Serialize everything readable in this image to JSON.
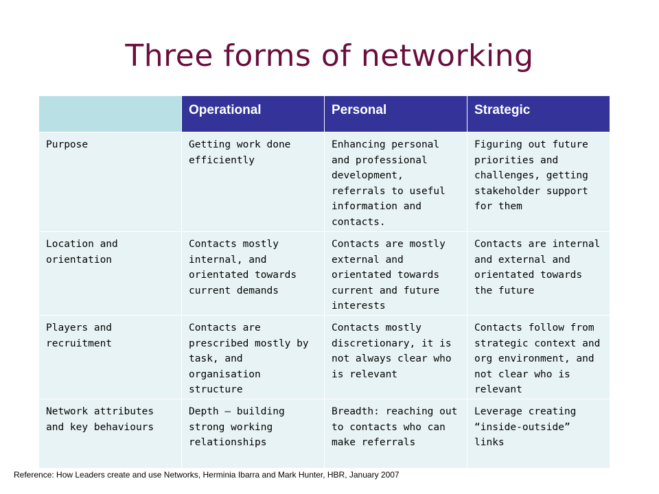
{
  "title": "Three forms of networking",
  "table": {
    "headers": [
      "",
      "Operational",
      "Personal",
      "Strategic"
    ],
    "rows": [
      {
        "label": "Purpose",
        "operational": "Getting work done efficiently",
        "personal": "Enhancing personal and professional development, referrals to useful information and contacts.",
        "strategic": "Figuring out future priorities and challenges, getting stakeholder support for them"
      },
      {
        "label": "Location and orientation",
        "operational": "Contacts mostly internal, and orientated towards current demands",
        "personal": "Contacts are mostly external and orientated towards current and future interests",
        "strategic": "Contacts are internal and external and orientated towards the future"
      },
      {
        "label": "Players and recruitment",
        "operational": "Contacts are prescribed mostly by task, and organisation structure",
        "personal": "Contacts mostly discretionary, it is not always clear who is relevant",
        "strategic": "Contacts follow from strategic context and org environment, and not clear who is relevant"
      },
      {
        "label": "Network attributes and key behaviours",
        "operational": "Depth – building strong working relationships",
        "personal": "Breadth: reaching out to contacts who can make referrals",
        "strategic": "Leverage creating “inside-outside” links"
      }
    ]
  },
  "reference": "Reference:  How Leaders create and use Networks, Herminia Ibarra and Mark Hunter, HBR, January 2007",
  "colors": {
    "title": "#6a0e3c",
    "header_bg": "#33339a",
    "corner_bg": "#b9e0e4",
    "cell_bg": "#e8f3f5"
  }
}
